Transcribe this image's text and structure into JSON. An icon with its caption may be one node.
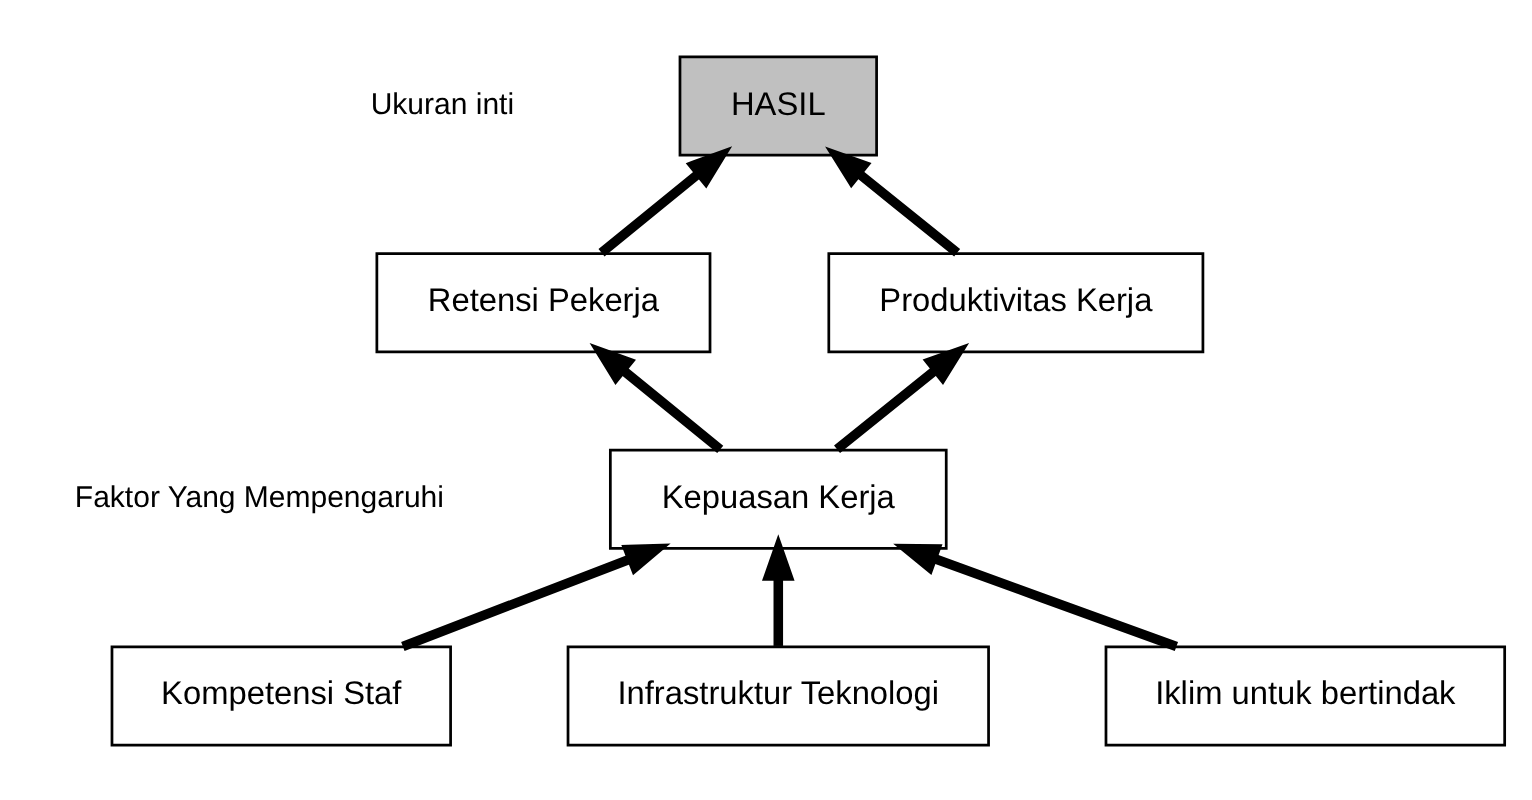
{
  "diagram": {
    "nodes": [
      {
        "text": [
          "HASIL"
        ]
      },
      {
        "text": [
          "Retensi Pekerja"
        ]
      },
      {
        "text": [
          "Produktivitas Kerja"
        ]
      },
      {
        "text": [
          "Kepuasan Kerja"
        ]
      },
      {
        "text": [
          "Kompetensi Staf"
        ]
      },
      {
        "text": [
          "Infrastruktur Teknologi"
        ]
      },
      {
        "text": [
          "Iklim untuk bertindak"
        ]
      }
    ],
    "edges": [
      {
        "from": 1,
        "to": 0,
        "arrow": "to"
      },
      {
        "from": 2,
        "to": 0,
        "arrow": "to"
      },
      {
        "from": 3,
        "to": 1,
        "arrow": "to"
      },
      {
        "from": 3,
        "to": 2,
        "arrow": "to"
      },
      {
        "from": 4,
        "to": 3,
        "arrow": "to"
      },
      {
        "from": 5,
        "to": 3,
        "arrow": "to"
      },
      {
        "from": 6,
        "to": 3,
        "arrow": "to"
      }
    ],
    "labels": [
      "Ukuran inti",
      "Faktor Yang Mempengaruhi"
    ]
  }
}
